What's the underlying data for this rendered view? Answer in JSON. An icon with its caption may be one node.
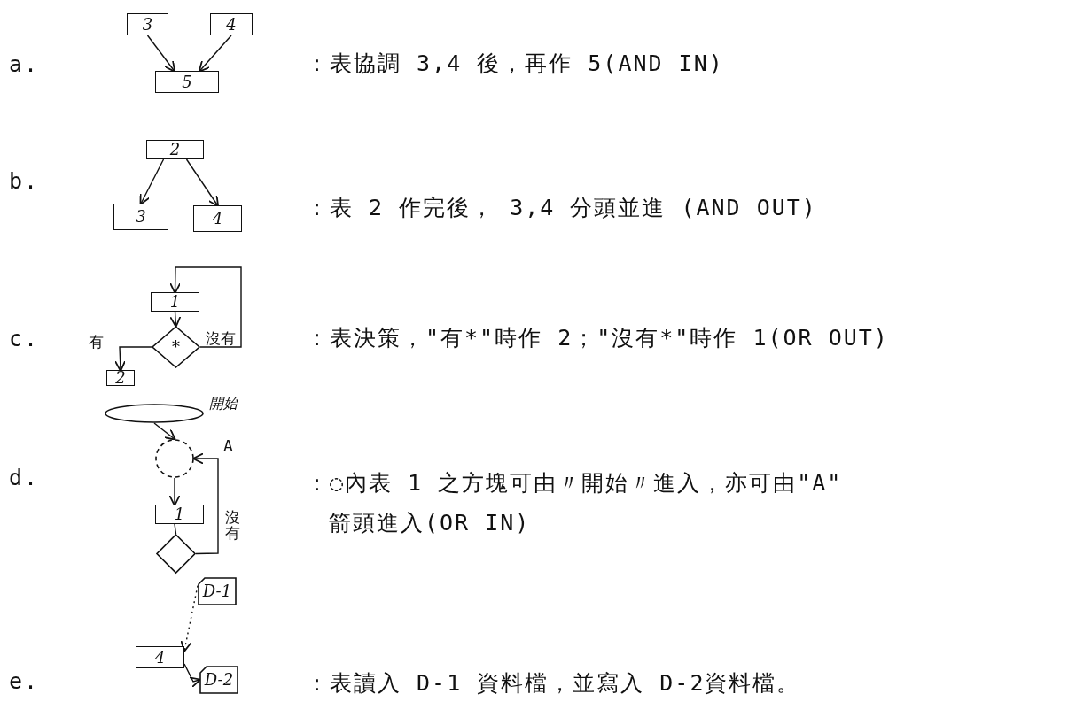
{
  "diagram": {
    "nodes": [
      {
        "text": [
          "3"
        ]
      },
      {
        "text": [
          "4"
        ]
      },
      {
        "text": [
          "5"
        ]
      },
      {
        "text": [
          "2"
        ]
      },
      {
        "text": [
          "3"
        ]
      },
      {
        "text": [
          "4"
        ]
      },
      {
        "text": [
          "1"
        ]
      },
      {
        "text": [
          "*"
        ]
      },
      {
        "text": [
          "2"
        ]
      },
      {
        "text": [],
        "shape": "ellipse",
        "beside": [
          "開始"
        ]
      },
      {
        "text": [],
        "shape": "circle"
      },
      {
        "text": [
          "1"
        ]
      },
      {
        "text": [],
        "shape": "diamond"
      },
      {
        "text": [
          "4"
        ]
      },
      {
        "text": [
          "D-1"
        ]
      },
      {
        "text": [
          "D-2"
        ]
      }
    ],
    "edges": [
      {
        "from": 0,
        "to": 2,
        "arrow": "to"
      },
      {
        "from": 1,
        "to": 2,
        "arrow": "to"
      },
      {
        "from": 3,
        "to": 4,
        "arrow": "to"
      },
      {
        "from": 3,
        "to": 5,
        "arrow": "to"
      },
      {
        "from": 6,
        "to": 7,
        "arrow": "to"
      },
      {
        "from": 7,
        "to": 8,
        "arrow": "to",
        "label": "有"
      },
      {
        "from": 7,
        "to": 6,
        "arrow": "to",
        "label": "沒有"
      },
      {
        "from": 9,
        "to": 10,
        "arrow": "to"
      },
      {
        "from": 10,
        "to": 11,
        "arrow": "to"
      },
      {
        "from": 11,
        "to": 12,
        "arrow": "none"
      },
      {
        "from": 12,
        "to": 10,
        "arrow": "to",
        "label": "沒有"
      },
      {
        "from": 14,
        "to": 13,
        "arrow": "to",
        "style": "dashed"
      },
      {
        "from": 13,
        "to": 15,
        "arrow": "to"
      }
    ],
    "labels": [
      "a.",
      "：表協調 3,4 後，再作 5(AND IN)",
      "b.",
      "：表 2 作完後， 3,4 分頭並進 (AND OUT)",
      "c.",
      "：表決策，\"有*\"時作 2；\"沒有*\"時作 1(OR OUT)",
      "A",
      "d.",
      "：◌內表 1 之方塊可由〃開始〃進入，亦可由\"A\" 箭頭進入(OR IN)",
      "e.",
      "：表讀入 D-1 資料檔，並寫入 D-2資料檔。"
    ]
  }
}
